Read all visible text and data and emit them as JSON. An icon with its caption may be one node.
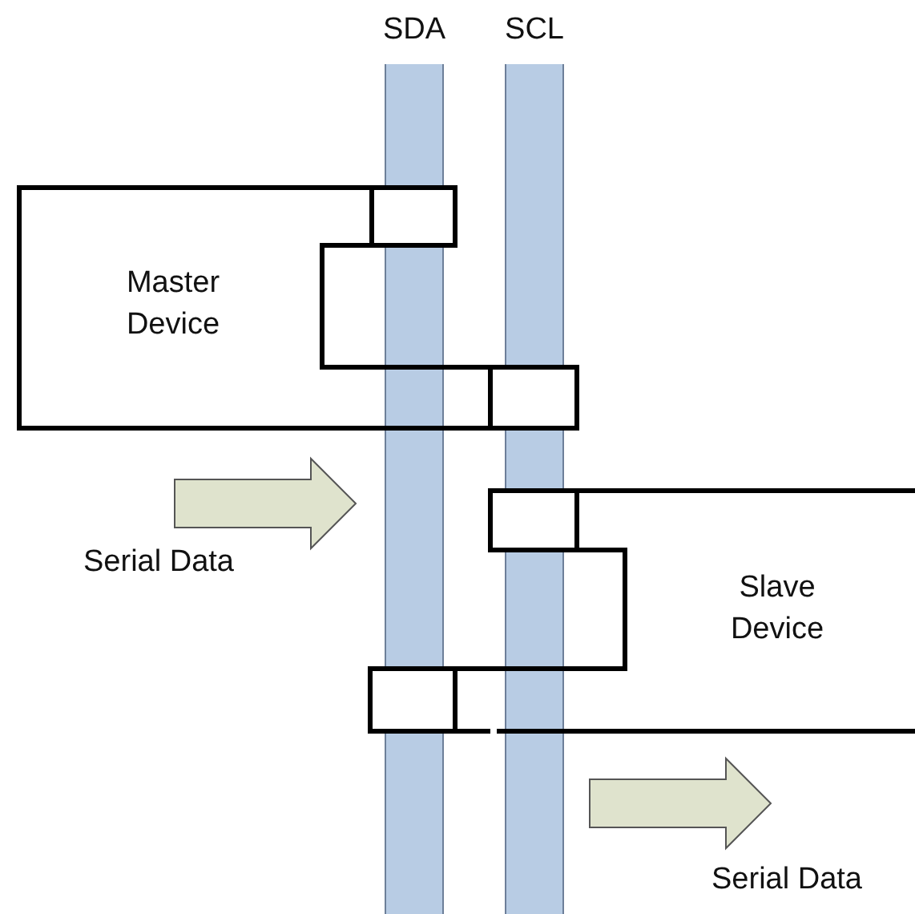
{
  "diagram": {
    "nodes": [
      {
        "text": [
          "SDA"
        ]
      },
      {
        "text": [
          "SCL"
        ]
      },
      {
        "text": [
          "Master Device"
        ]
      },
      {
        "text": [
          "Slave Device"
        ]
      }
    ],
    "labels": [
      "Serial Data",
      "Serial Data"
    ]
  }
}
